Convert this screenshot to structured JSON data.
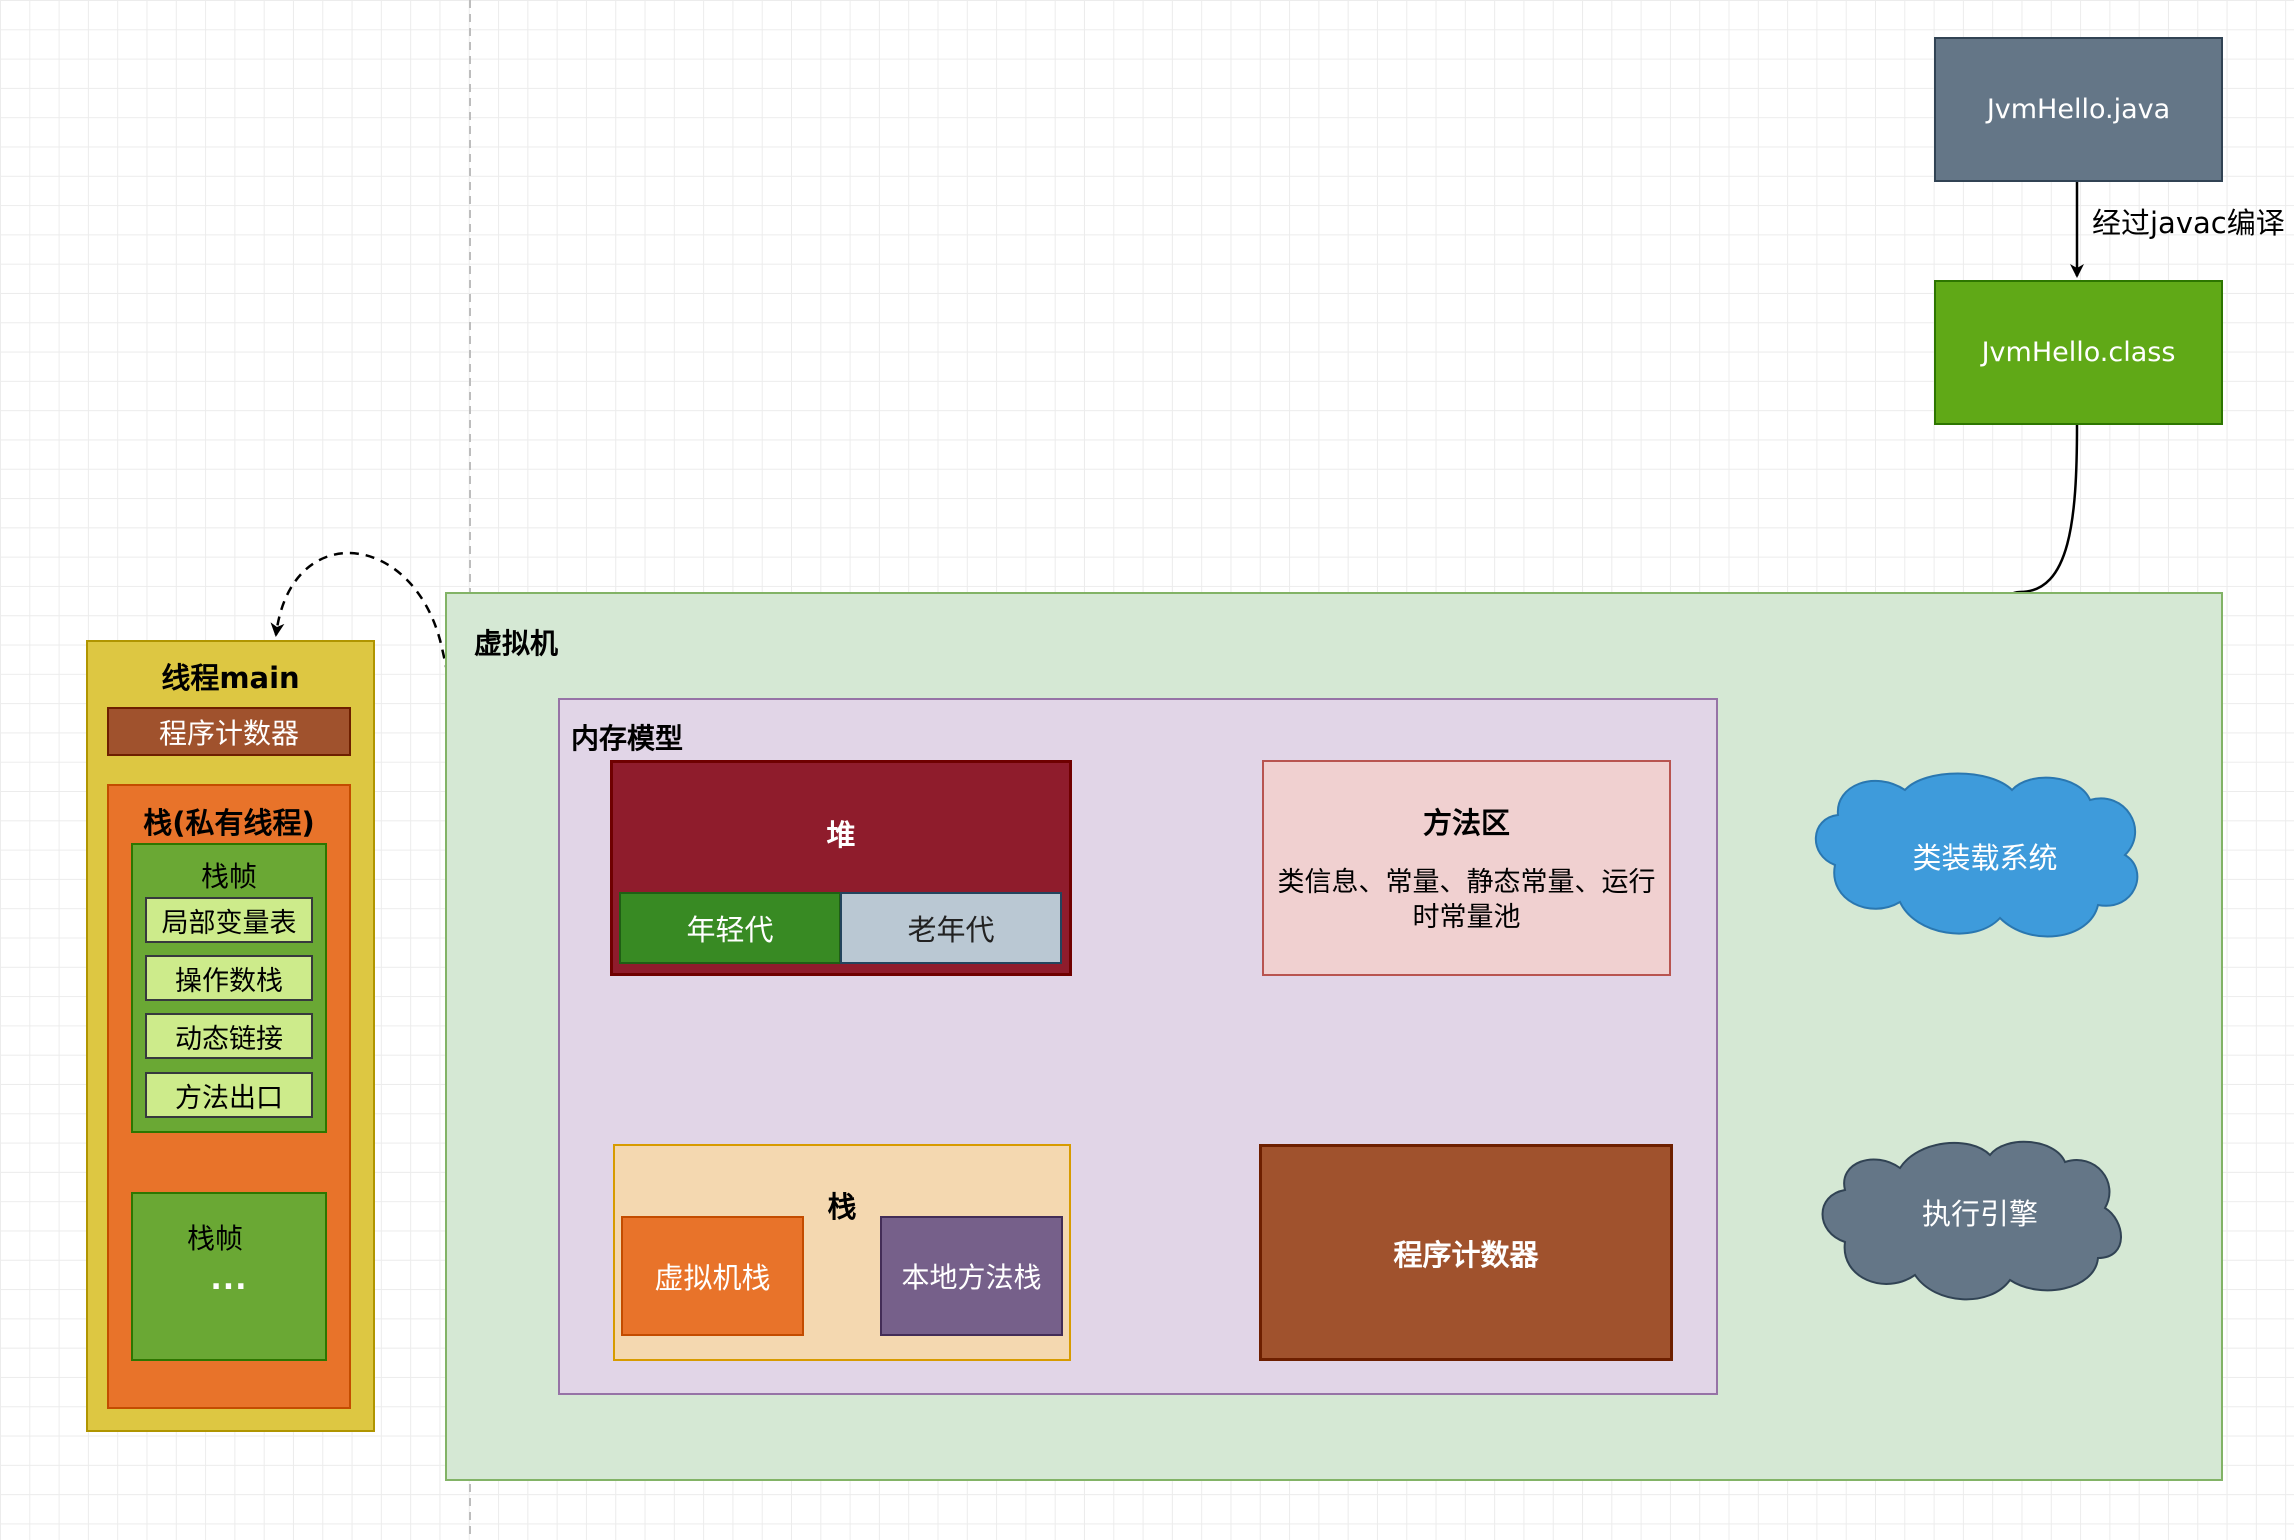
{
  "source_file": "JvmHello.java",
  "class_file": "JvmHello.class",
  "compile_label": "经过javac编译",
  "vm": {
    "label": "虚拟机",
    "memory_model": {
      "label": "内存模型",
      "heap": {
        "label": "堆",
        "young": "年轻代",
        "old": "老年代"
      },
      "method_area": {
        "title": "方法区",
        "description": "类信息、常量、静态常量、运行时常量池"
      },
      "stack": {
        "label": "栈",
        "vm_stack": "虚拟机栈",
        "native_stack": "本地方法栈"
      },
      "program_counter": "程序计数器"
    },
    "class_loader": "类装载系统",
    "execution_engine": "执行引擎"
  },
  "thread": {
    "title": "线程main",
    "program_counter": "程序计数器",
    "stack_title": "栈(私有线程)",
    "frame": {
      "title": "栈帧",
      "items": [
        "局部变量表",
        "操作数栈",
        "动态链接",
        "方法出口"
      ]
    },
    "frame2": {
      "title": "栈帧",
      "ellipsis": "..."
    }
  },
  "colors": {
    "heap": "#8f1c2c",
    "young": "#388a23",
    "old": "#bac8d3",
    "method_area": "#f0d0d0",
    "program_counter": "#a0522d",
    "class_loader_cloud": "#3e9bdb",
    "engine_cloud": "#647687"
  }
}
